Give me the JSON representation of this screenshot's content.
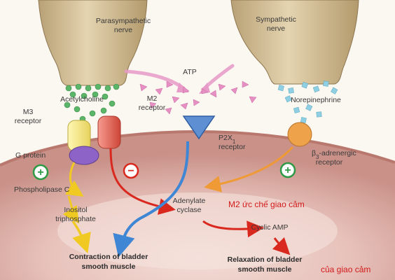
{
  "labels": {
    "parasympathetic": [
      "Parasympathetic",
      "nerve"
    ],
    "sympathetic": [
      "Sympathetic",
      "nerve"
    ],
    "atp": "ATP",
    "acetylcholine": "Acetylcholine",
    "m2_receptor": [
      "M2",
      "receptor"
    ],
    "m3_receptor": [
      "M3",
      "receptor"
    ],
    "norepinephrine": "Norepinephrine",
    "p2x1_receptor": [
      "P2X",
      "1",
      "receptor"
    ],
    "g_protein": "G protein",
    "beta3_receptor": [
      "β",
      "3",
      "-adrenergic",
      "receptor"
    ],
    "phospholipase_c": "Phospholipase C",
    "adenylate_cyclase": [
      "Adenylate",
      "cyclase"
    ],
    "inositol": [
      "Inositol",
      "triphosphate"
    ],
    "cyclic_amp": "Cyclic AMP",
    "contraction": [
      "Contraction of bladder",
      "smooth muscle"
    ],
    "relaxation": [
      "Relaxation of bladder",
      "smooth muscle"
    ],
    "annotation_m2": "M2 ức chế giao cảm",
    "annotation_sympathetic": "của giao cảm",
    "plus_sign": "+",
    "minus_sign": "−"
  },
  "colors": {
    "background": "#fbf7f1",
    "cell": "#d8a39c",
    "nerve": "#cdb88f",
    "ach_dot": "#5cb66a",
    "atp_triangle": "#e68fc2",
    "ne_square": "#8ecfe3",
    "m3_receptor": "#f3e783",
    "m2_receptor": "#e46458",
    "g_protein": "#8d63c8",
    "p2x1": "#5f8fd3",
    "beta3": "#eea24a",
    "arrow_red": "#d9291f",
    "arrow_yellow": "#f0ca23",
    "arrow_blue": "#3f87d4",
    "arrow_orange": "#ef9a35",
    "arrow_pink": "#e89ac8",
    "annotation": "#d21a1a"
  }
}
